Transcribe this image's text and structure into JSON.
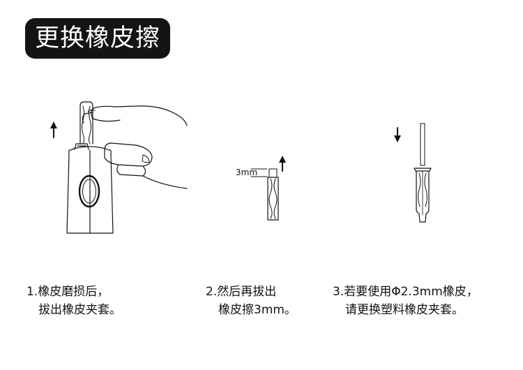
{
  "title": "更换橡皮擦",
  "dimension_label": "3mm",
  "steps": [
    {
      "line1": "1.橡皮磨损后，",
      "line2": "拔出橡皮夹套。"
    },
    {
      "line1": "2.然后再拔出",
      "line2": "橡皮擦3mm。"
    },
    {
      "line1": "3.若要使用Φ2.3mm橡皮，",
      "line2": "请更换塑料橡皮夹套。"
    }
  ],
  "colors": {
    "ink": "#111111",
    "title_bg": "#141414",
    "title_text": "#ffffff"
  }
}
